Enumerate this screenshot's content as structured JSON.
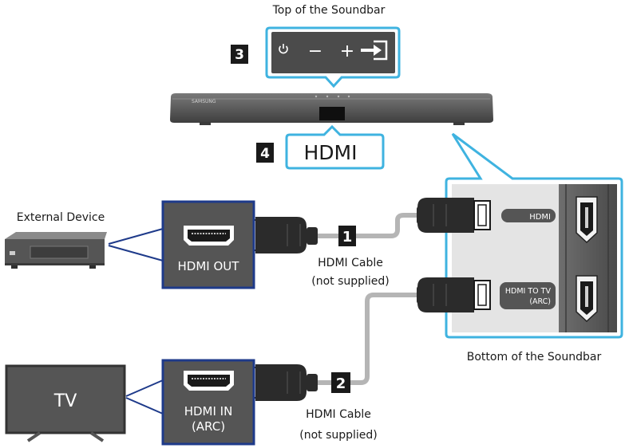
{
  "labels": {
    "top_of_soundbar": "Top of the Soundbar",
    "bottom_of_soundbar": "Bottom of the Soundbar",
    "external_device": "External Device",
    "tv": "TV",
    "hdmi_out": "HDMI OUT",
    "hdmi_in": "HDMI IN",
    "arc": "(ARC)",
    "cable_1_line1": "HDMI Cable",
    "cable_1_line2": "(not supplied)",
    "cable_2_line1": "HDMI Cable",
    "cable_2_line2": "(not supplied)",
    "callout_4": "HDMI",
    "port_hdmi": "HDMI",
    "port_hdmi_to_tv": "HDMI TO TV",
    "port_arc": "(ARC)",
    "brand": "SAMSUNG"
  },
  "steps": {
    "s1": "1",
    "s2": "2",
    "s3": "3",
    "s4": "4"
  },
  "top_panel": {
    "minus": "−",
    "plus": "+"
  },
  "icons": {
    "power": "power-icon",
    "source": "source-icon"
  },
  "colors": {
    "accent_blue": "#3fb3e0",
    "panel_blue": "#1e3a8a",
    "soundbar": "#5a5a5a",
    "cable": "#b5b5b5",
    "plug": "#2b2b2b"
  }
}
